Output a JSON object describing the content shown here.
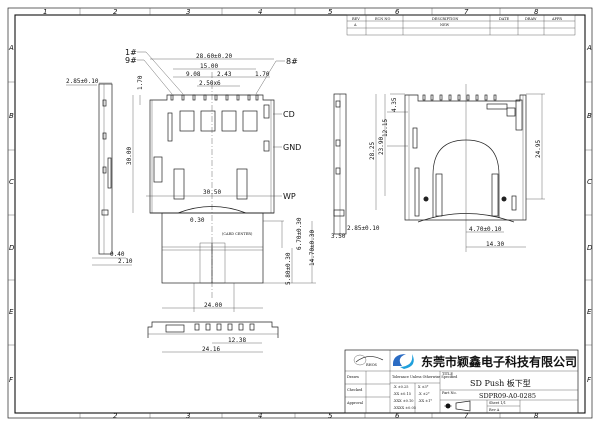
{
  "frame": {
    "columns": [
      "1",
      "2",
      "3",
      "4",
      "5",
      "6",
      "7",
      "8"
    ],
    "rows": [
      "A",
      "B",
      "C",
      "D",
      "E",
      "F"
    ]
  },
  "revision_table": {
    "headers": [
      "REV",
      "ECN NO",
      "DESCRIPTION",
      "DATE",
      "DRAW",
      "APPR"
    ],
    "rows": [
      [
        "A",
        "",
        "NEW",
        "",
        "",
        ""
      ]
    ]
  },
  "front_view": {
    "pin_1": "1#",
    "pin_9": "9#",
    "pin_8": "8#",
    "overall_width": "28.60±0.20",
    "pin_span": "15.00",
    "offset_left": "9.08",
    "offset_mid": "2.43",
    "pitch_right": "1.70",
    "pitch": "2.50x6",
    "pin_height": "1.70",
    "body_length": "30.00",
    "wp_width": "30.50",
    "cd": "CD",
    "gnd": "GND",
    "wp": "WP"
  },
  "left_side_view": {
    "height": "2.85±0.10",
    "d1": "0.40",
    "d2": "2.10"
  },
  "card_area": {
    "offset": "0.30",
    "card_center": "(CARD CENTER)",
    "d_top": "6.70±0.30",
    "d_total": "14.70±0.30",
    "d_lower": "5.80±0.30",
    "card_width": "24.00"
  },
  "bottom_view": {
    "half_width": "12.38",
    "width": "24.16"
  },
  "right_view": {
    "d1": "4.35",
    "d2": "12.15",
    "d3": "23.90",
    "d4": "28.25",
    "d5": "24.95",
    "height": "2.85±0.10",
    "d6": "3.50",
    "post": "4.70±0.10",
    "half": "14.30"
  },
  "title_block": {
    "logo_text": "RHOS",
    "company": "东莞市颖鑫电子科技有限公司",
    "drawn": "Drawn",
    "checked": "Checked",
    "approval": "Approval",
    "tolerance_title": "Tolerance Unless Otherwise Specified",
    "tolerances": [
      ".X ±0.25",
      ".XX ±0.15",
      ".XXX ±0.10",
      ".XXXX ±0.05"
    ],
    "angles": [
      "X ±3°",
      ".X ±2°",
      ".XX ±1°"
    ],
    "title_label": "TITLE",
    "title": "SD Push 板下型",
    "part_no_label": "Part No.",
    "part_no": "SDPR09-A0-0285",
    "sheet": "Sheet  1/1",
    "rev": "Rev    A"
  }
}
